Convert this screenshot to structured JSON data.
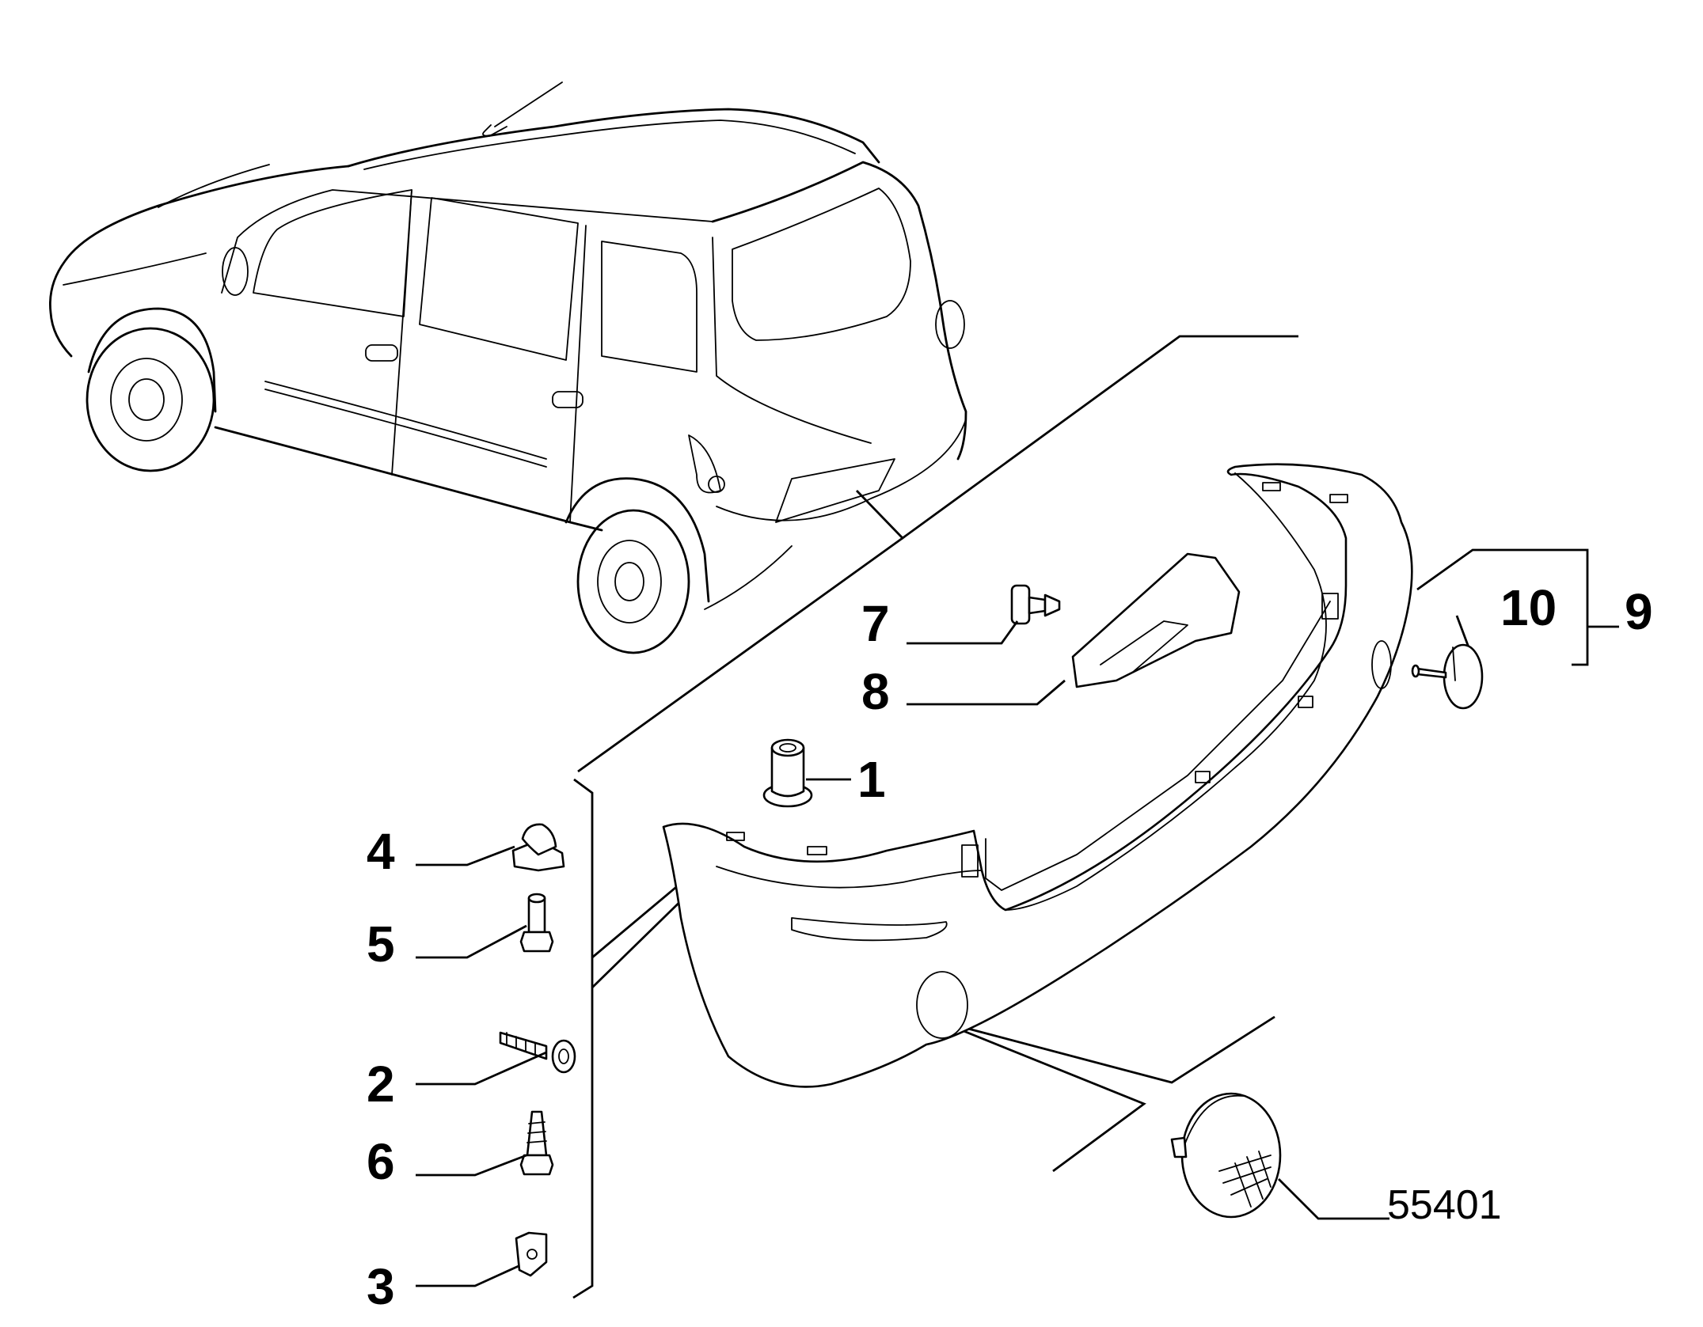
{
  "callouts": {
    "c1": "1",
    "c2": "2",
    "c3": "3",
    "c4": "4",
    "c5": "5",
    "c6": "6",
    "c7": "7",
    "c8": "8",
    "c9": "9",
    "c10": "10"
  },
  "reference_number": "55401",
  "components": [
    "vehicle-illustration",
    "rear-bumper",
    "bumper-bracket",
    "rivet-nut",
    "clip",
    "bolt",
    "screw",
    "self-tapping-screw",
    "speed-nut",
    "push-fastener",
    "tow-hook-cover-cap",
    "fog-light-lens"
  ]
}
